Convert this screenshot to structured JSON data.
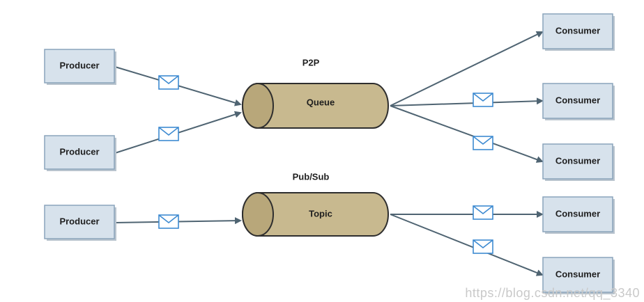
{
  "sections": {
    "p2p": "P2P",
    "pubsub": "Pub/Sub"
  },
  "channels": {
    "queue": "Queue",
    "topic": "Topic"
  },
  "producers": [
    "Producer",
    "Producer",
    "Producer"
  ],
  "consumers": [
    "Consumer",
    "Consumer",
    "Consumer",
    "Consumer",
    "Consumer"
  ],
  "watermark": "https://blog.csdn.net/qq_3340",
  "colors": {
    "box_fill": "#d7e2ec",
    "box_stroke": "#8aa4bb",
    "cylinder_fill": "#c8b98f",
    "edge": "#4f6472",
    "envelope": "#3d8ad1"
  },
  "icons": {
    "message": "envelope-icon"
  }
}
